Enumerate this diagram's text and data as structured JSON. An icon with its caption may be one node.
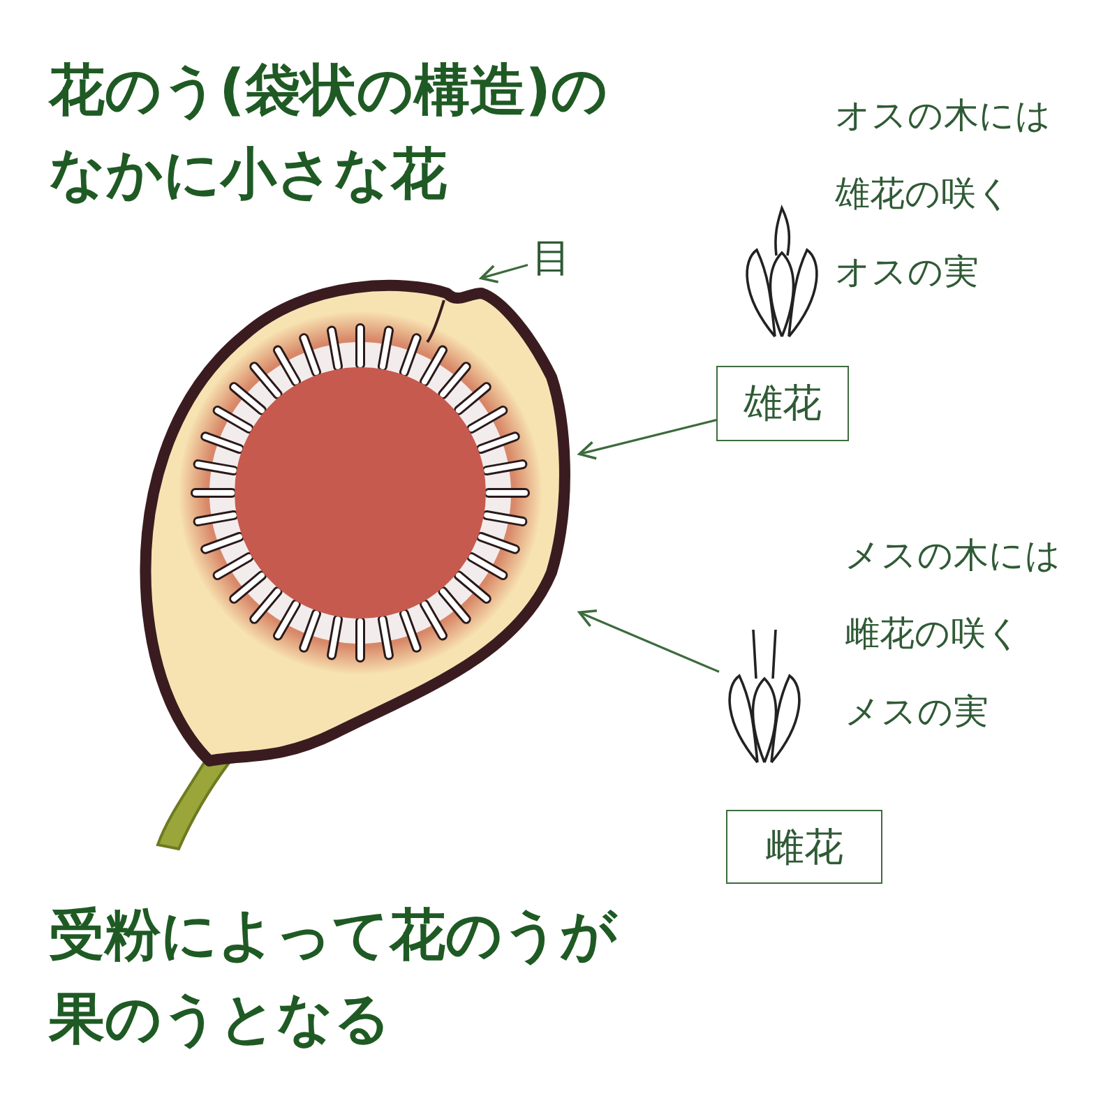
{
  "diagram": {
    "title": "花のう(袋状の構造)のなかに小さな花",
    "caption": "受粉によって花のうが果のうとなる",
    "nodes": [
      {
        "text": [],
        "shape": "picture"
      },
      {
        "text": [
          "目"
        ]
      },
      {
        "text": [],
        "shape": "picture"
      },
      {
        "text": [
          "雄花"
        ]
      },
      {
        "text": [],
        "shape": "picture"
      },
      {
        "text": [
          "雌花"
        ]
      }
    ],
    "edges": [
      {
        "from": 1,
        "to": 0,
        "arrow": "to"
      },
      {
        "from": 3,
        "to": 0,
        "arrow": "to"
      },
      {
        "from": 4,
        "to": 0,
        "arrow": "to"
      }
    ],
    "labels": [
      "オスの木には雄花の咲くオスの実",
      "メスの木には雌花の咲くメスの実"
    ]
  }
}
